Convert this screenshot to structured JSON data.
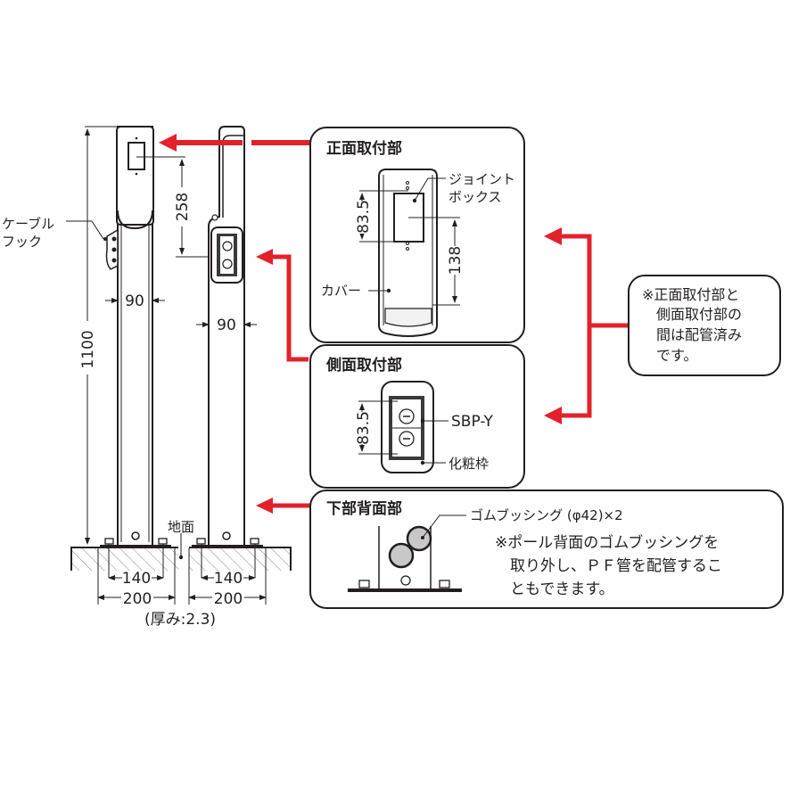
{
  "colors": {
    "accent_red": "#e3212b",
    "line": "#231f20",
    "panel_border": "#231f20",
    "bushing_fill": "#c8c8c8"
  },
  "poles": {
    "height_dim": "1100",
    "front_width_dim": "90",
    "side_width_dim": "90",
    "mount_spacing_dim": "258",
    "cable_hook_label_1": "ケーブル",
    "cable_hook_label_2": "フック",
    "ground_label": "地面",
    "base_inner_dim_left": "140",
    "base_outer_dim_left": "200",
    "base_inner_dim_right": "140",
    "base_outer_dim_right": "200",
    "thickness_note": "(厚み:2.3)"
  },
  "panels": {
    "front": {
      "title": "正面取付部",
      "junction_box_label_1": "ジョイント",
      "junction_box_label_2": "ボックス",
      "cover_label": "カバー",
      "dim_box": "83.5",
      "dim_cover": "138"
    },
    "side": {
      "title": "側面取付部",
      "box_label": "SBP-Y",
      "frame_label": "化粧枠",
      "dim_box": "83.5"
    },
    "bottom": {
      "title": "下部背面部",
      "bushing_label": "ゴムブッシング (φ42)×2",
      "note_lines": [
        "※ポール背面のゴムブッシングを",
        "　取り外し、ＰＦ管を配管するこ",
        "　ともできます。"
      ]
    },
    "piping_note": {
      "lines": [
        "※正面取付部と",
        "　側面取付部の",
        "　間は配管済み",
        "　です。"
      ]
    }
  }
}
